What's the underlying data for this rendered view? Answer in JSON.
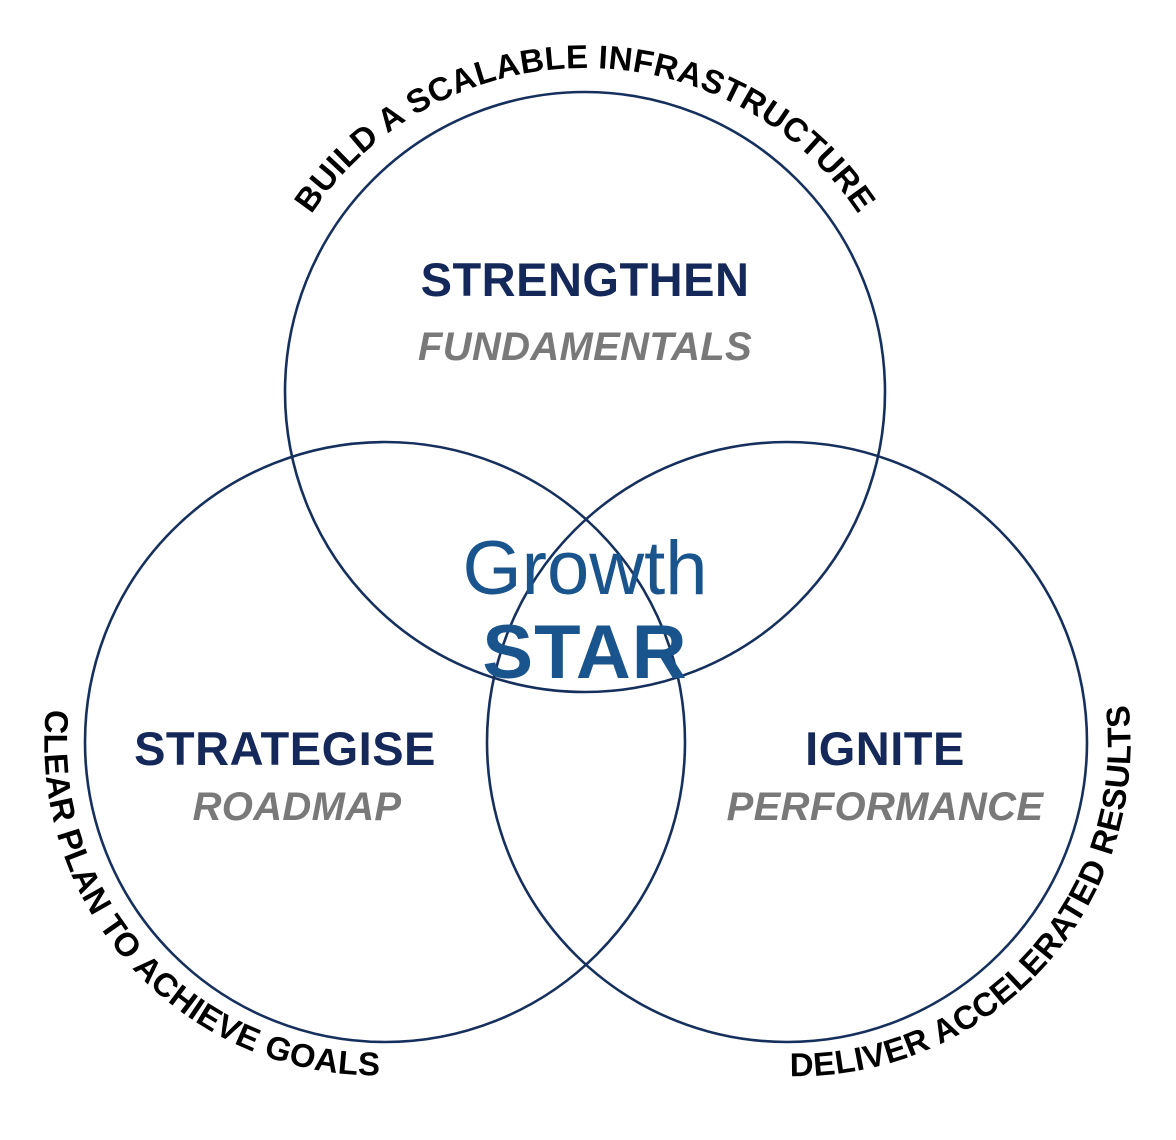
{
  "diagram": {
    "type": "three-circle-venn",
    "background_color": "#ffffff",
    "circle_stroke_color": "#16305e",
    "navy_text_color": "#14285a",
    "gray_text_color": "#797979",
    "center_text_color": "#19548c",
    "outer_label_color": "#000000",
    "center": {
      "line1": "Growth",
      "line2": "STAR"
    },
    "lobes": [
      {
        "id": "top",
        "title": "STRENGTHEN",
        "subtitle": "FUNDAMENTALS",
        "outer_label": "BUILD A SCALABLE INFRASTRUCTURE"
      },
      {
        "id": "bottom-left",
        "title": "STRATEGISE",
        "subtitle": "ROADMAP",
        "outer_label": "CLEAR PLAN TO ACHIEVE GOALS"
      },
      {
        "id": "bottom-right",
        "title": "IGNITE",
        "subtitle": "PERFORMANCE",
        "outer_label": "DELIVER ACCELERATED RESULTS"
      }
    ]
  }
}
